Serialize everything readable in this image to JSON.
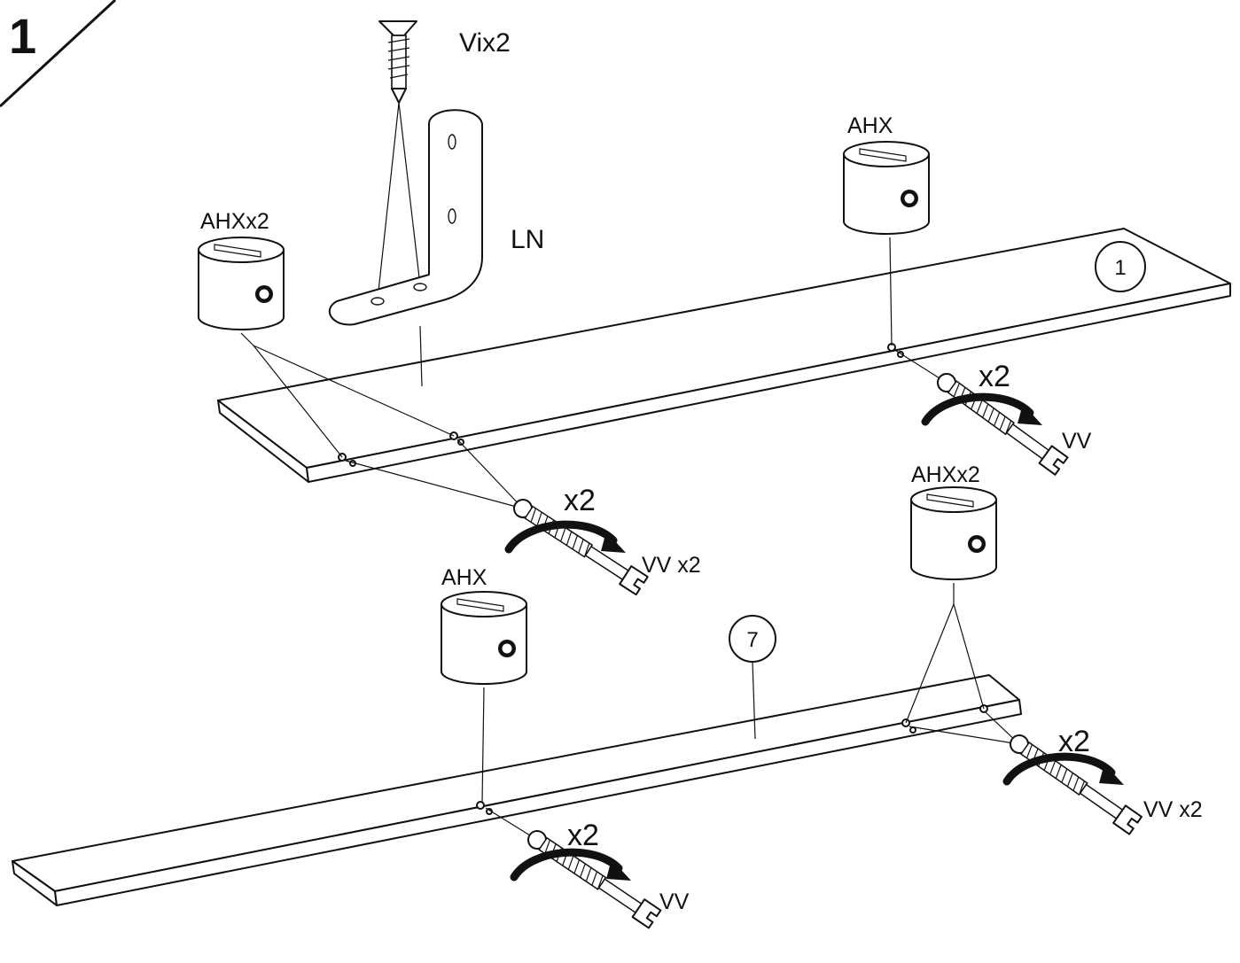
{
  "step": {
    "number": "1"
  },
  "parts": {
    "screw": {
      "label": "Vix2",
      "icon": "screw-icon"
    },
    "bracket": {
      "label": "LN",
      "icon": "l-bracket-icon"
    },
    "panel_top": {
      "number": "1"
    },
    "panel_bottom": {
      "number": "7"
    }
  },
  "callouts": {
    "ahx_top_left": "AHXx2",
    "ahx_top_right": "AHX",
    "ahx_bottom_left": "AHX",
    "ahx_bottom_right": "AHXx2",
    "vv_top_left": "VV x2",
    "vv_top_right": "VV",
    "vv_bottom_left": "VV",
    "vv_bottom_right": "VV x2",
    "turn_top_left": "x2",
    "turn_top_right": "x2",
    "turn_bottom_left": "x2",
    "turn_bottom_right": "x2"
  }
}
